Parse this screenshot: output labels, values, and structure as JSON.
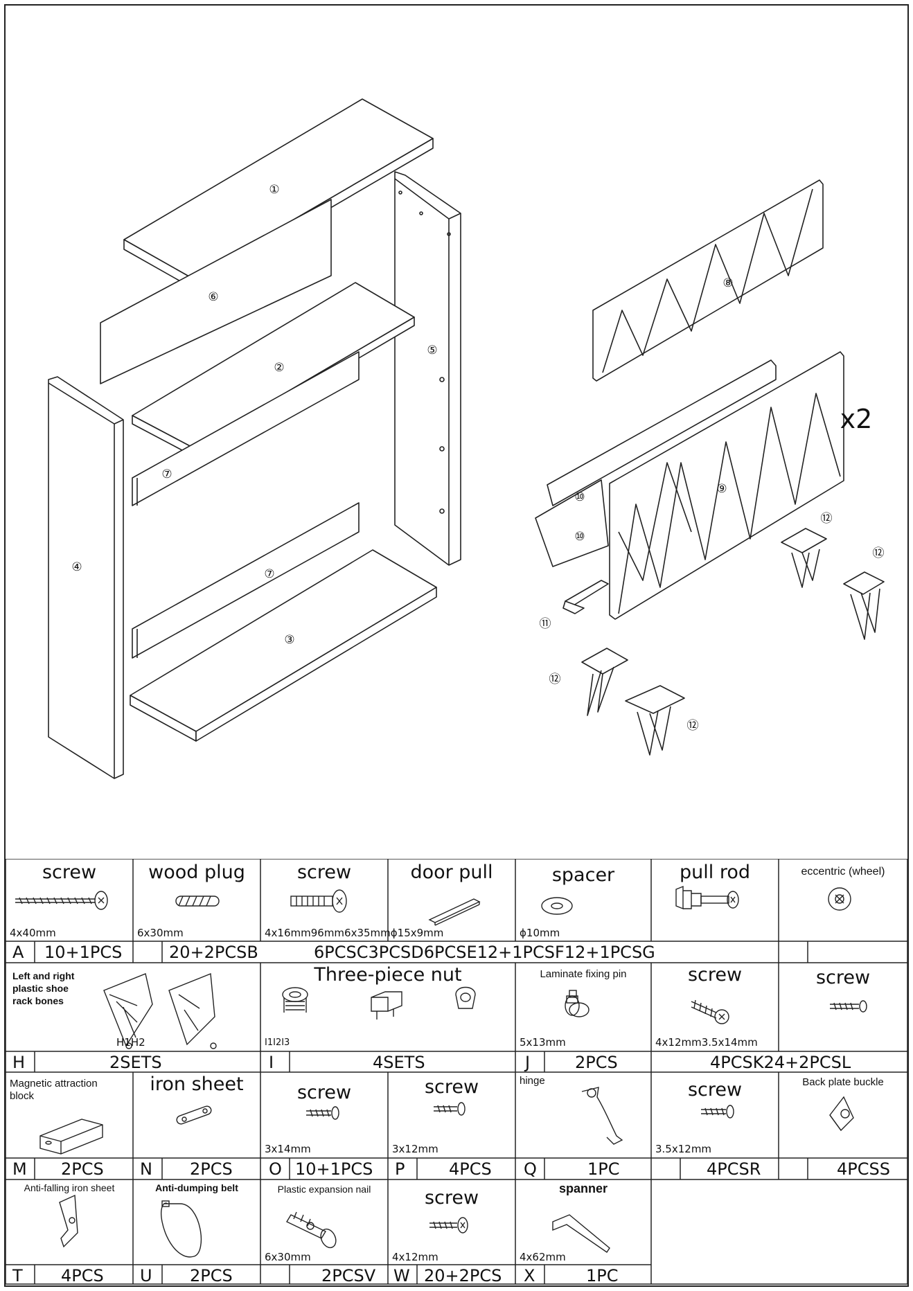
{
  "diagram": {
    "callouts": [
      "①",
      "②",
      "③",
      "④",
      "⑤",
      "⑥",
      "⑦",
      "⑦",
      "⑧",
      "⑨",
      "⑩",
      "⑩",
      "⑪",
      "⑫",
      "⑫",
      "⑫",
      "⑫"
    ],
    "multiplier": "x2"
  },
  "row1": {
    "titles": [
      "screw",
      "wood plug",
      "screw",
      "door pull",
      "spacer",
      "pull rod",
      "eccentric (wheel)"
    ],
    "dims": [
      "4x40mm",
      "6x30mm",
      "4x16mm96mm6x35mmϕ15x9mm",
      "ϕ10mm"
    ],
    "qty": [
      "A",
      "10+1PCS",
      "20+2PCSB",
      "6PCSC3PCSD6PCSE12+1PCSF12+1PCSG"
    ]
  },
  "row2": {
    "shoe_label": "Left and right\nplastic shoe\nrack bones",
    "shoe_codes": "H1H2",
    "nut_title": "Three-piece nut",
    "nut_codes": "I1I2I3",
    "pin_title": "Laminate fixing pin",
    "pin_dim": "5x13mm",
    "screw_title": "screw",
    "screw_dim": "4x12mm3.5x14mm",
    "screw2_title": "screw",
    "qty": [
      "H",
      "2SETS",
      "I",
      "4SETS",
      "J",
      "2PCS",
      "4PCSK24+2PCSL"
    ]
  },
  "row3": {
    "magnet_label": "Magnetic attraction\nblock",
    "iron_title": "iron sheet",
    "screw_o_title": "screw",
    "screw_o_dim": "3x14mm",
    "screw_p_title": "screw",
    "screw_p_dim": "3x12mm",
    "hinge_title": "hinge",
    "screw_r_title": "screw",
    "screw_r_dim": "3.5x12mm",
    "buckle_title": "Back plate buckle",
    "qty": [
      "M",
      "2PCS",
      "N",
      "2PCS",
      "O",
      "10+1PCS",
      "P",
      "4PCS",
      "Q",
      "1PC",
      "4PCSR",
      "4PCSS"
    ]
  },
  "row4": {
    "anti_fall_title": "Anti-falling iron sheet",
    "anti_dump_title": "Anti-dumping belt",
    "nail_title": "Plastic expansion nail",
    "nail_dim": "6x30mm",
    "screw_w_title": "screw",
    "screw_w_dim": "4x12mm",
    "spanner_title": "spanner",
    "spanner_dim": "4x62mm",
    "qty": [
      "T",
      "4PCS",
      "U",
      "2PCS",
      "2PCSV",
      "W",
      "20+2PCS",
      "X",
      "1PC"
    ]
  }
}
